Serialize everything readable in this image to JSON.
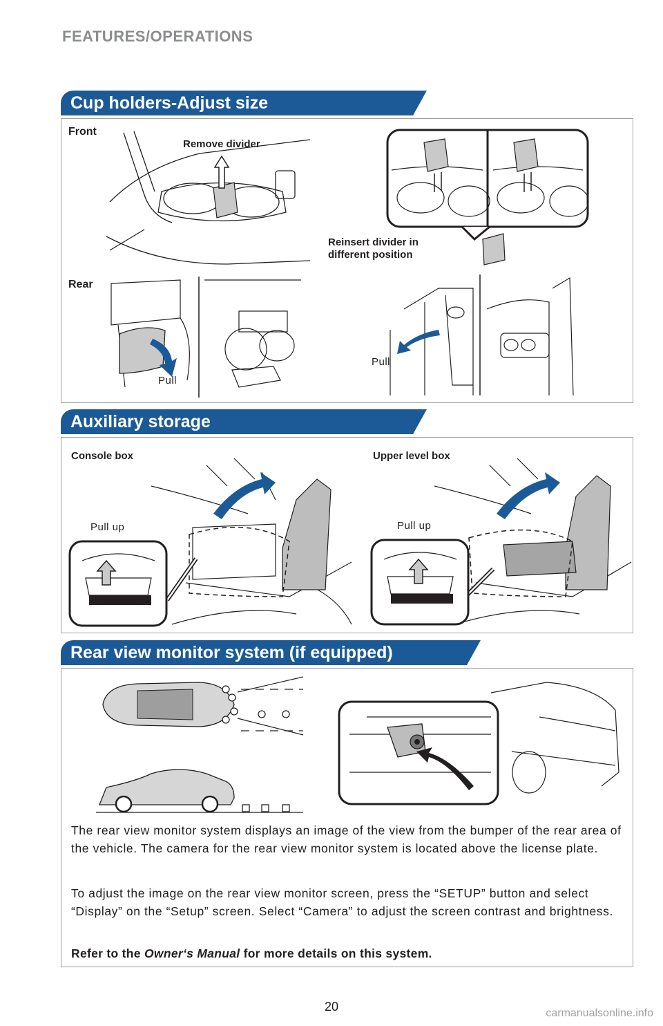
{
  "header": {
    "title": "FEATURES/OPERATIONS"
  },
  "sections": {
    "cup_holders": {
      "title": "Cup holders-Adjust size",
      "front_label": "Front",
      "rear_label": "Rear",
      "remove_divider": "Remove divider",
      "reinsert_line1": "Reinsert divider in",
      "reinsert_line2": "different position",
      "pull_left": "Pull",
      "pull_right": "Pull"
    },
    "aux_storage": {
      "title": "Auxiliary storage",
      "console_box": "Console box",
      "upper_level_box": "Upper level box",
      "pull_up_left": "Pull up",
      "pull_up_right": "Pull up"
    },
    "rear_view": {
      "title": "Rear view monitor system (if equipped)",
      "paragraph1": "The rear view monitor system displays an image of the view from the bumper of the rear area of the vehicle. The camera for the rear view monitor system is located above the license plate.",
      "paragraph2": "To adjust the image on the rear view monitor screen, press the “SETUP” button and select “Display” on the “Setup” screen.  Select “Camera” to adjust the screen contrast and brightness.",
      "note_prefix": "Refer to the ",
      "note_italic": "Owner‘s Manual",
      "note_suffix": " for more details on this system."
    }
  },
  "footer": {
    "page_number": "20",
    "watermark": "carmanualsonline.info"
  },
  "colors": {
    "section_blue": "#1c5a97",
    "header_gray": "#8a8c8e",
    "arrow_blue": "#1c5a97"
  }
}
